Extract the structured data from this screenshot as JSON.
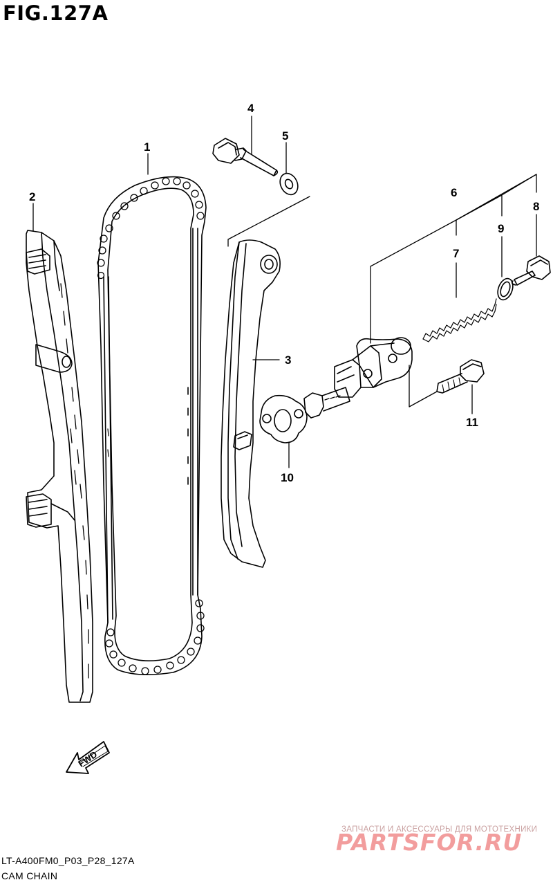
{
  "figure": {
    "title": "FIG.127A",
    "code": "LT-A400FM0_P03_P28_127A",
    "caption": "CAM CHAIN"
  },
  "callouts": {
    "c1": "1",
    "c2": "2",
    "c3": "3",
    "c4": "4",
    "c5": "5",
    "c6": "6",
    "c7": "7",
    "c8": "8",
    "c9": "9",
    "c10": "10",
    "c11": "11"
  },
  "fwd_label": "FWD",
  "watermark": {
    "tagline": "ЗАПЧАСТИ И АКСЕССУАРЫ ДЛЯ МОТОТЕХНИКИ",
    "logo": "PARTSFOR.RU"
  },
  "colors": {
    "line": "#000000",
    "watermark": "#f08c8c"
  }
}
